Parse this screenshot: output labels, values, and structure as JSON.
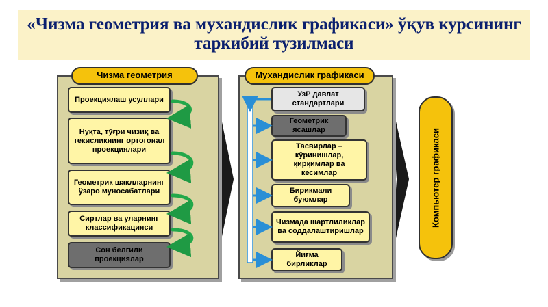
{
  "title": "«Чизма геометрия ва мухандислик графикаси» ўқув курсининг таркибий тузилмаси",
  "left_panel": {
    "header": "Чизма геометрия",
    "items": [
      "Проекциялаш усуллари",
      "Нуқта, тўғри чизиқ ва текисликнинг ортогонал проекциялари",
      "Геометрик шаклларнинг ўзаро муносабатлари",
      "Сиртлар ва уларнинг классификацияси",
      "Сон белгили проекциялар"
    ]
  },
  "right_panel": {
    "header": "Мухандислик графикаси",
    "items": [
      "УзР давлат стандартлари",
      "Геометрик ясашлар",
      "Тасвирлар – кўринишлар, қирқимлар ва кесимлар",
      "Бирикмали буюмлар",
      "Чизмада шартлиликлар ва соддалаштиришлар",
      "Йиғма бирликлар"
    ]
  },
  "computer_graphics": "Компьютер графикаси",
  "colors": {
    "title_text": "#0a1f6e",
    "title_band": "#fbf2c8",
    "panel_fill": "#d9d4a2",
    "box_fill": "#fff5a6",
    "pill_fill": "#f5c20c",
    "curved_arrow": "#22a84a",
    "bracket_arrow": "#2a8fd6"
  }
}
